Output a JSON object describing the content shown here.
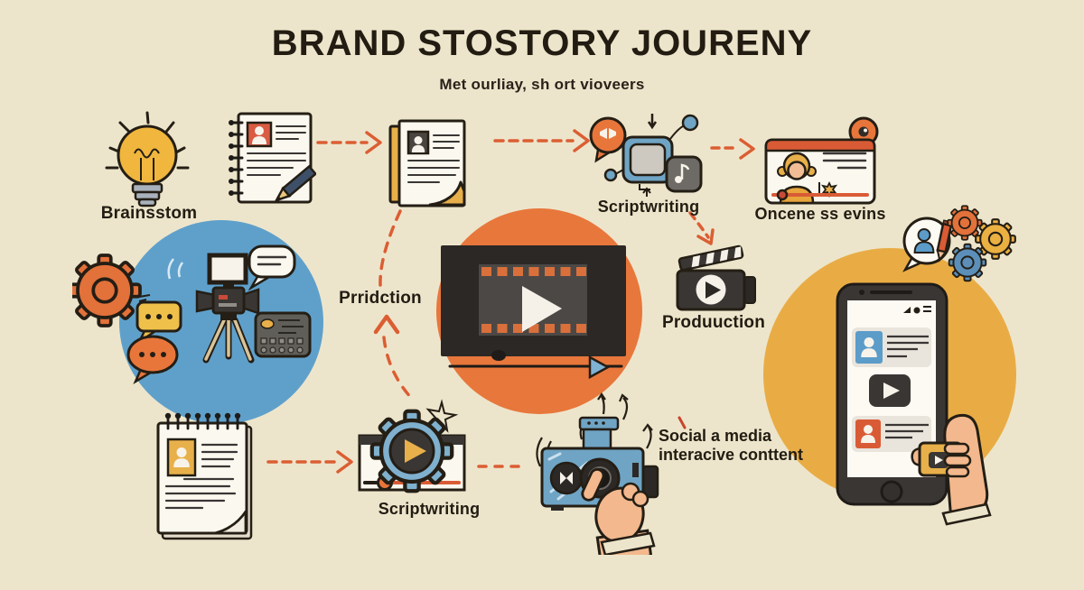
{
  "header": {
    "title": "BRAND STOSTORY JOURENY",
    "subtitle": "Met ourliay, sh ort vioveers"
  },
  "stages": {
    "brainstorm": {
      "label": "Brainsstom",
      "icon": "lightbulb-icon"
    },
    "notes": {
      "icon": "notepad-pencil-icon"
    },
    "script_document": {
      "icon": "document-icon"
    },
    "scriptwriting_top": {
      "label": "Scriptwriting",
      "icon": "chat-device-icon"
    },
    "onscreen": {
      "label": "Oncene ss evins",
      "icon": "video-presenter-icon"
    },
    "prediction": {
      "label": "Prridction"
    },
    "production": {
      "label": "Produuction",
      "icon": "clapperboard-icon"
    },
    "planning_notes": {
      "icon": "notepad-icon"
    },
    "scriptwriting_bottom": {
      "label": "Scriptwriting",
      "icon": "gear-video-player-icon"
    },
    "social": {
      "label_line1": "Social a media",
      "label_line2": "interacive conttent",
      "icon": "camera-hand-icon"
    }
  },
  "scenes": {
    "ideation": {
      "shape": "blue-circle",
      "icon": "camera-tripod-scene"
    },
    "video_preview": {
      "shape": "orange-circle",
      "icon": "film-player-scene"
    },
    "mobile_delivery": {
      "shape": "yellow-circle",
      "icon": "smartphone-hand-scene"
    }
  },
  "colors": {
    "background": "#EDE5CB",
    "ink": "#241E15",
    "accent_orange": "#DB5E33",
    "blue_circle": "#5FA0CB",
    "orange_circle": "#E8773C",
    "yellow_circle": "#E9AC45"
  }
}
